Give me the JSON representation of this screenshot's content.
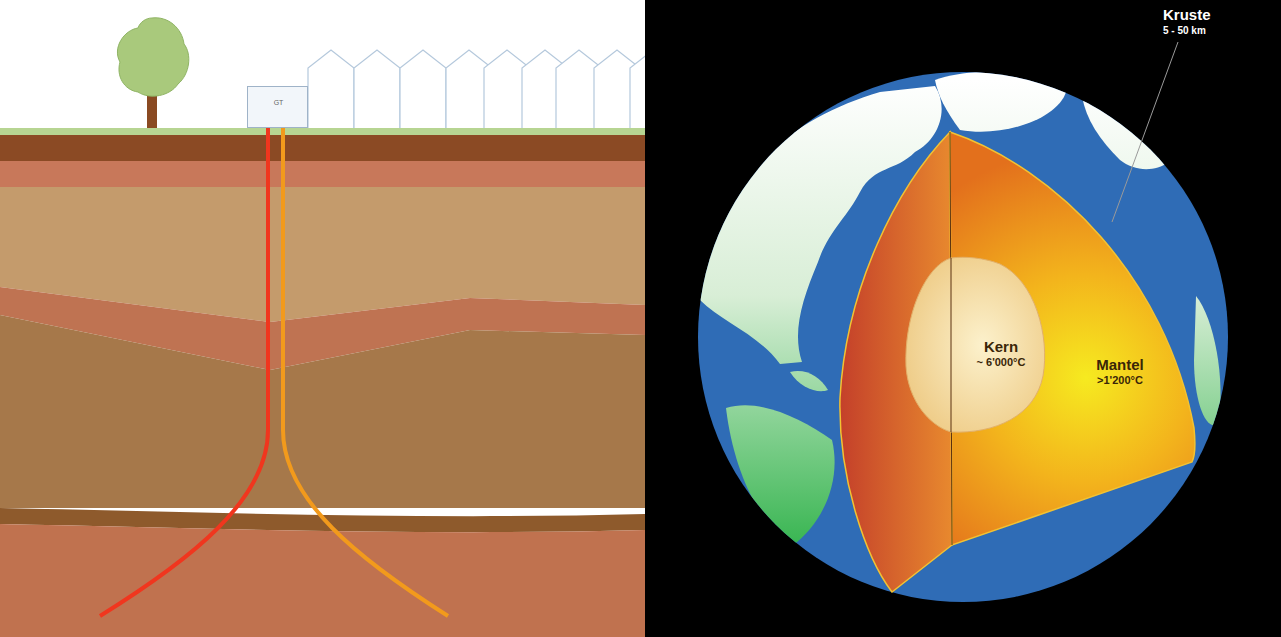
{
  "diagram": {
    "nodes": [
      {
        "text": [
          "GT"
        ]
      },
      {
        "text": [
          "Mantel",
          ">1'200°C"
        ]
      },
      {
        "text": [
          "Kern",
          "~ 6'000°C"
        ],
        "in": 1
      }
    ],
    "labels": [
      "Kruste",
      "5 - 50 km"
    ]
  }
}
